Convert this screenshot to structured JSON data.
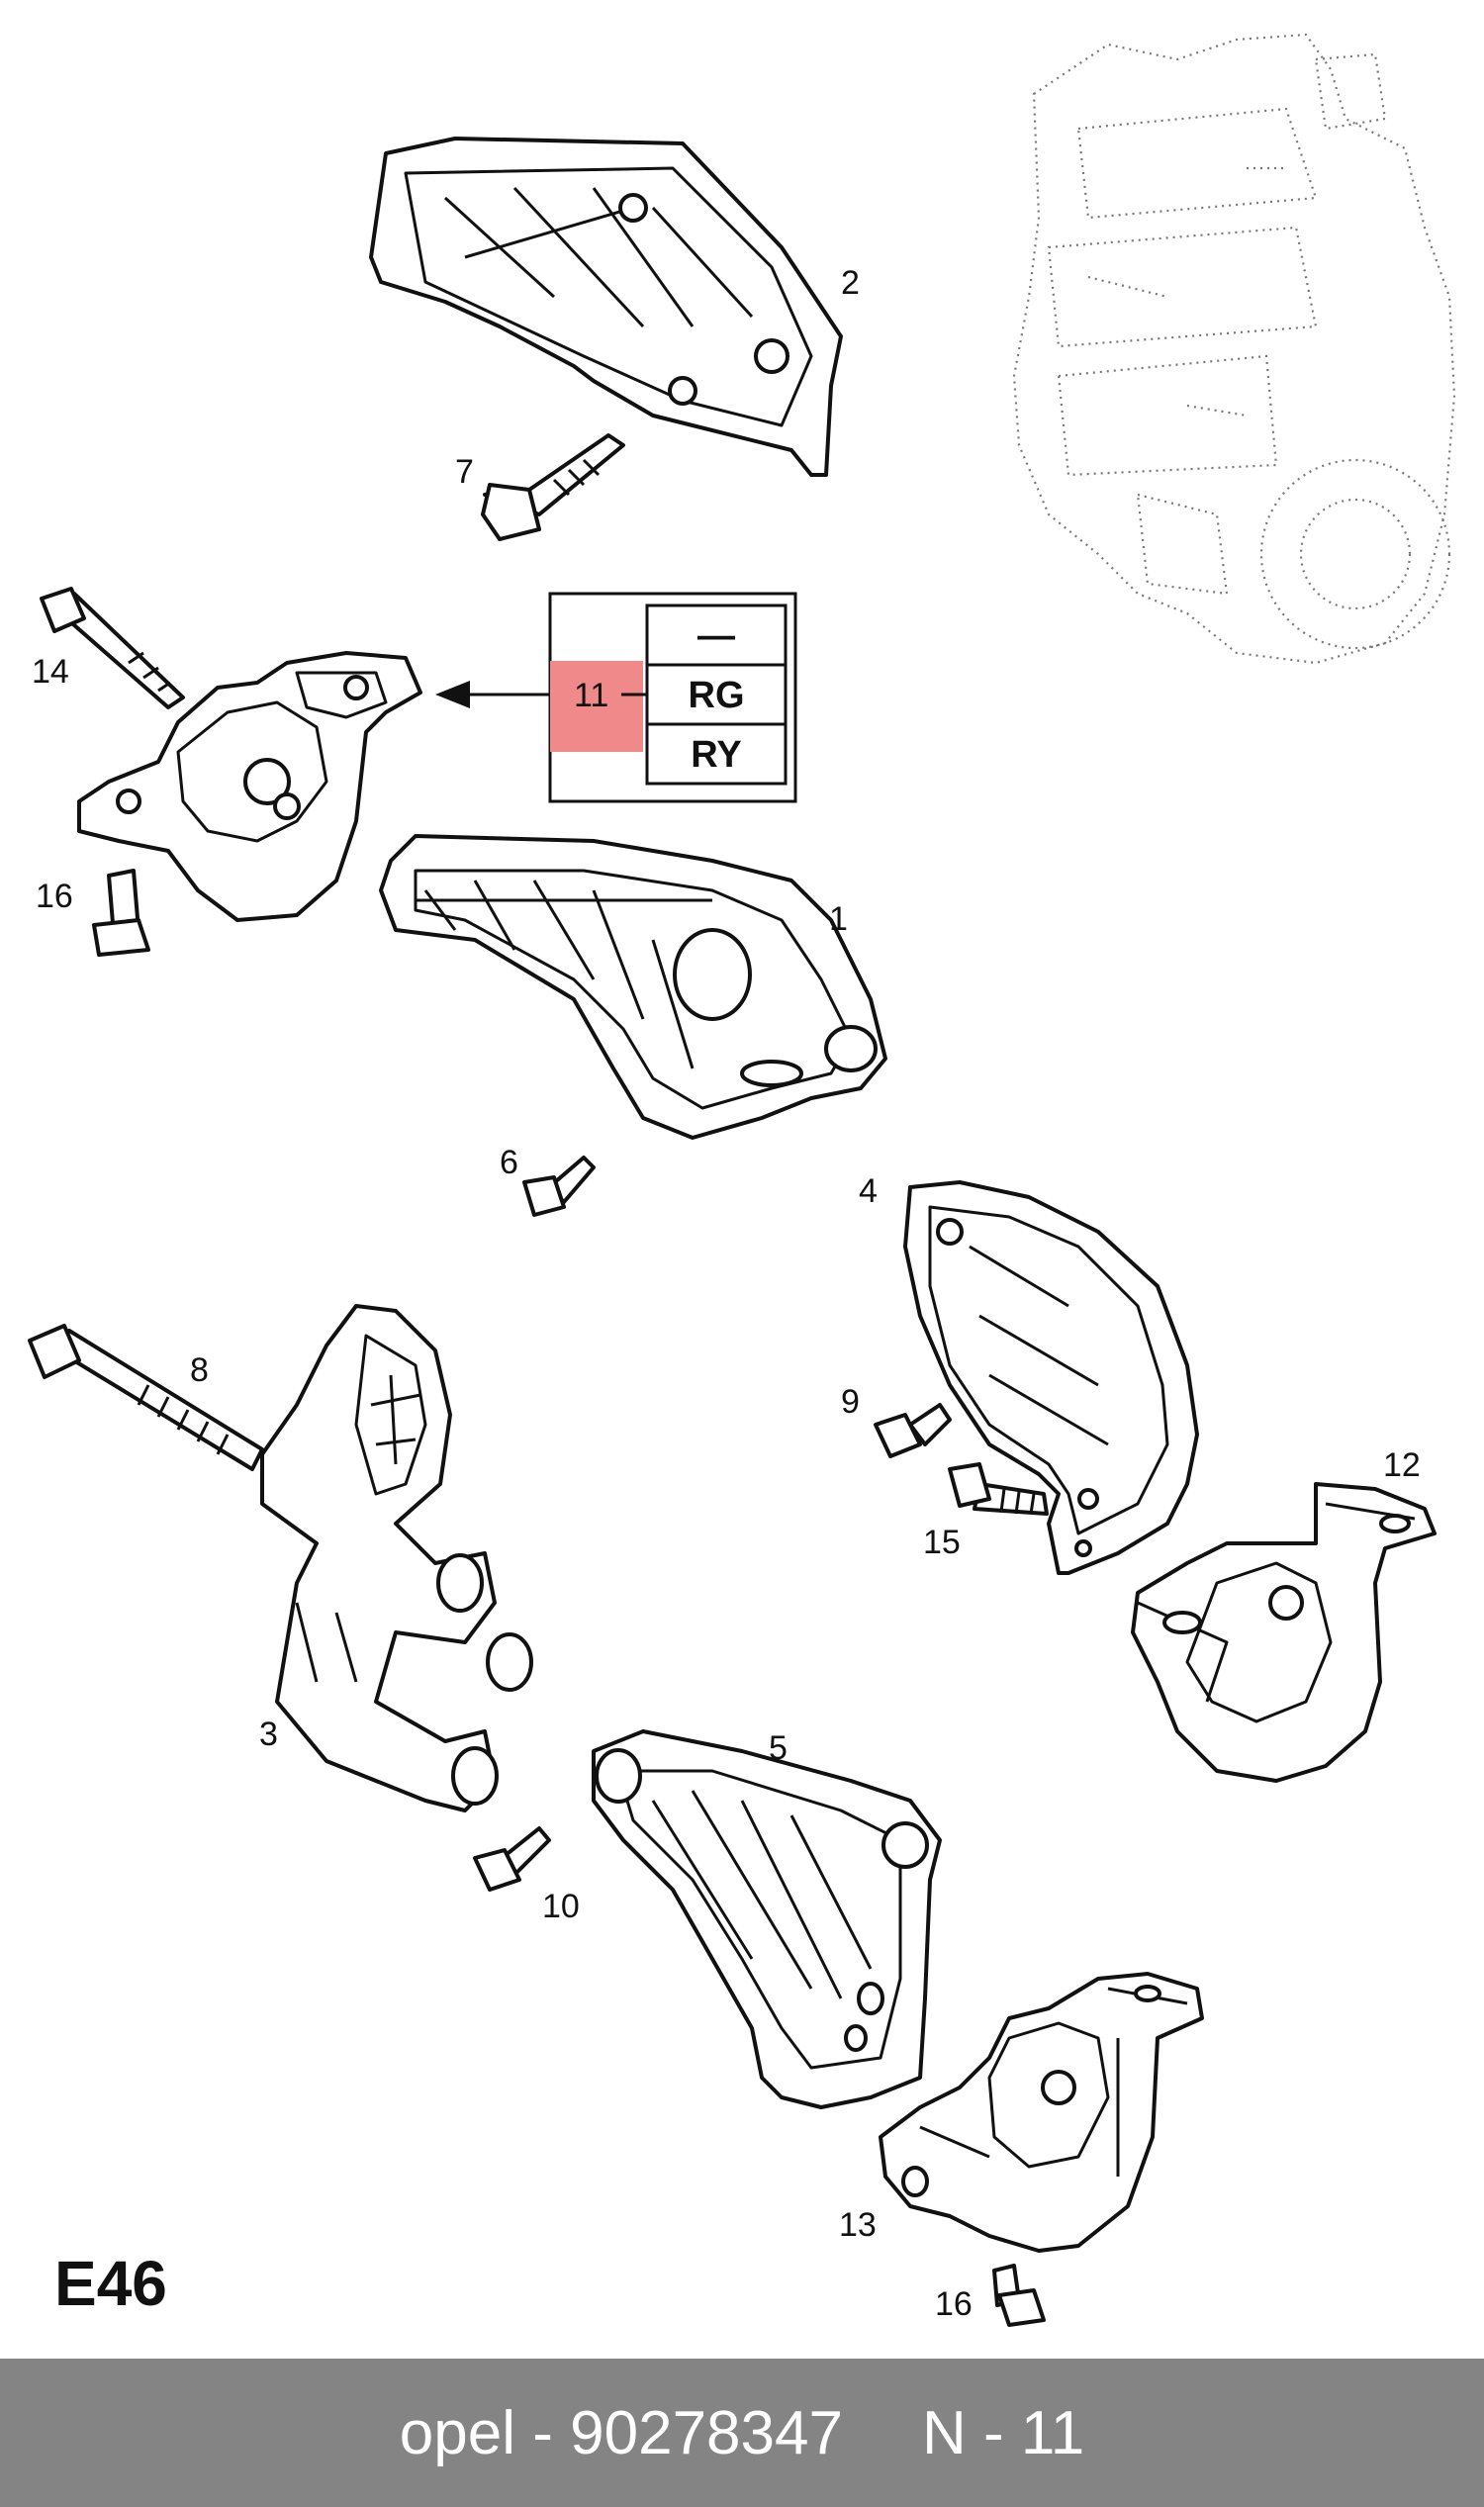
{
  "diagram": {
    "code": "E46",
    "table": {
      "ref": "11",
      "rows": [
        "—",
        "RG",
        "RY"
      ],
      "highlight": "#f08a8a"
    },
    "callouts": [
      {
        "id": "c2",
        "text": "2"
      },
      {
        "id": "c7",
        "text": "7"
      },
      {
        "id": "c14",
        "text": "14"
      },
      {
        "id": "c16a",
        "text": "16"
      },
      {
        "id": "c1",
        "text": "1"
      },
      {
        "id": "c6",
        "text": "6"
      },
      {
        "id": "c4",
        "text": "4"
      },
      {
        "id": "c8",
        "text": "8"
      },
      {
        "id": "c9",
        "text": "9"
      },
      {
        "id": "c15",
        "text": "15"
      },
      {
        "id": "c12",
        "text": "12"
      },
      {
        "id": "c3",
        "text": "3"
      },
      {
        "id": "c5",
        "text": "5"
      },
      {
        "id": "c10",
        "text": "10"
      },
      {
        "id": "c13",
        "text": "13"
      },
      {
        "id": "c16b",
        "text": "16"
      }
    ]
  },
  "footer": {
    "brand": "opel",
    "separator": "-",
    "part_number": "90278347",
    "page": "N - 11"
  }
}
